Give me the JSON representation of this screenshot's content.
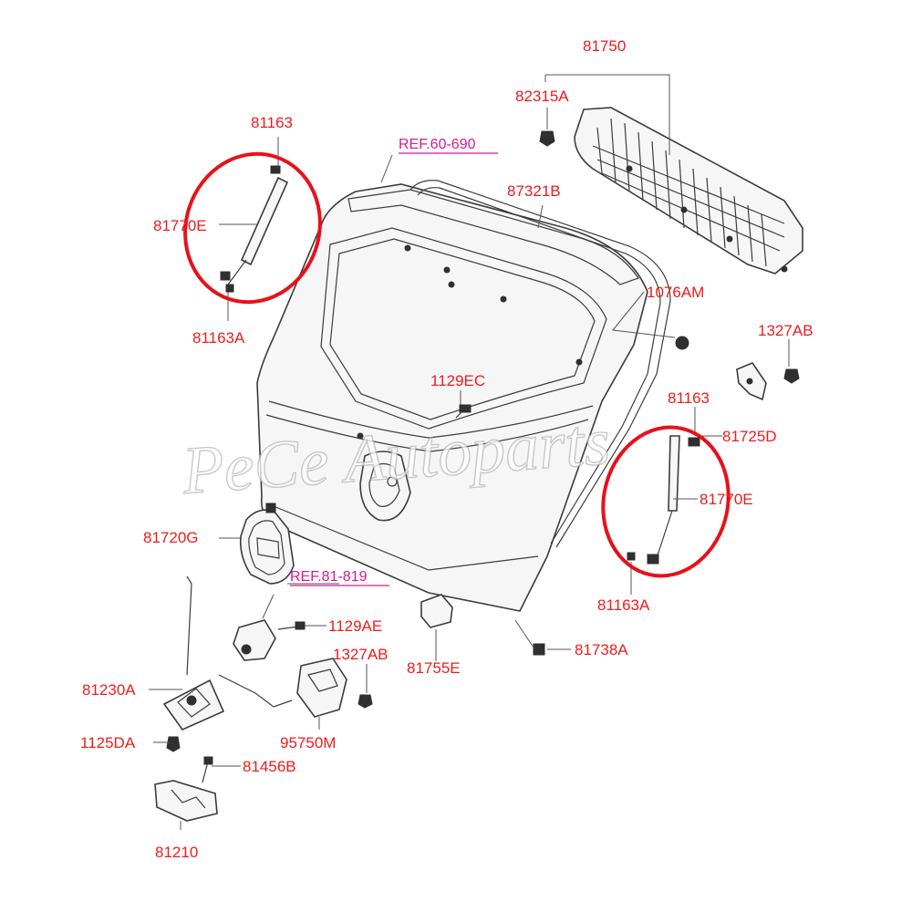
{
  "watermark": "PeCe Autoparts",
  "references": {
    "ref_60_690": "REF.60-690",
    "ref_81_819": "REF.81-819"
  },
  "parts": {
    "p81750": "81750",
    "p82315A": "82315A",
    "p81163_left": "81163",
    "p81770E_left": "81770E",
    "p81163A_left": "81163A",
    "p87321B": "87321B",
    "p1076AM": "1076AM",
    "p1327AB_right": "1327AB",
    "p1129EC": "1129EC",
    "p81163_right": "81163",
    "p81725D": "81725D",
    "p81770E_right": "81770E",
    "p81720G": "81720G",
    "p81163A_right": "81163A",
    "p1129AE": "1129AE",
    "p1327AB_lower": "1327AB",
    "p81755E": "81755E",
    "p81738A": "81738A",
    "p81230A": "81230A",
    "p1125DA": "1125DA",
    "p95750M": "95750M",
    "p81456B": "81456B",
    "p81210": "81210"
  },
  "colors": {
    "label": "#ee1c1c",
    "reference": "#d6199a",
    "highlight_circle": "#e8101a",
    "line_art": "#3c3c3c"
  }
}
